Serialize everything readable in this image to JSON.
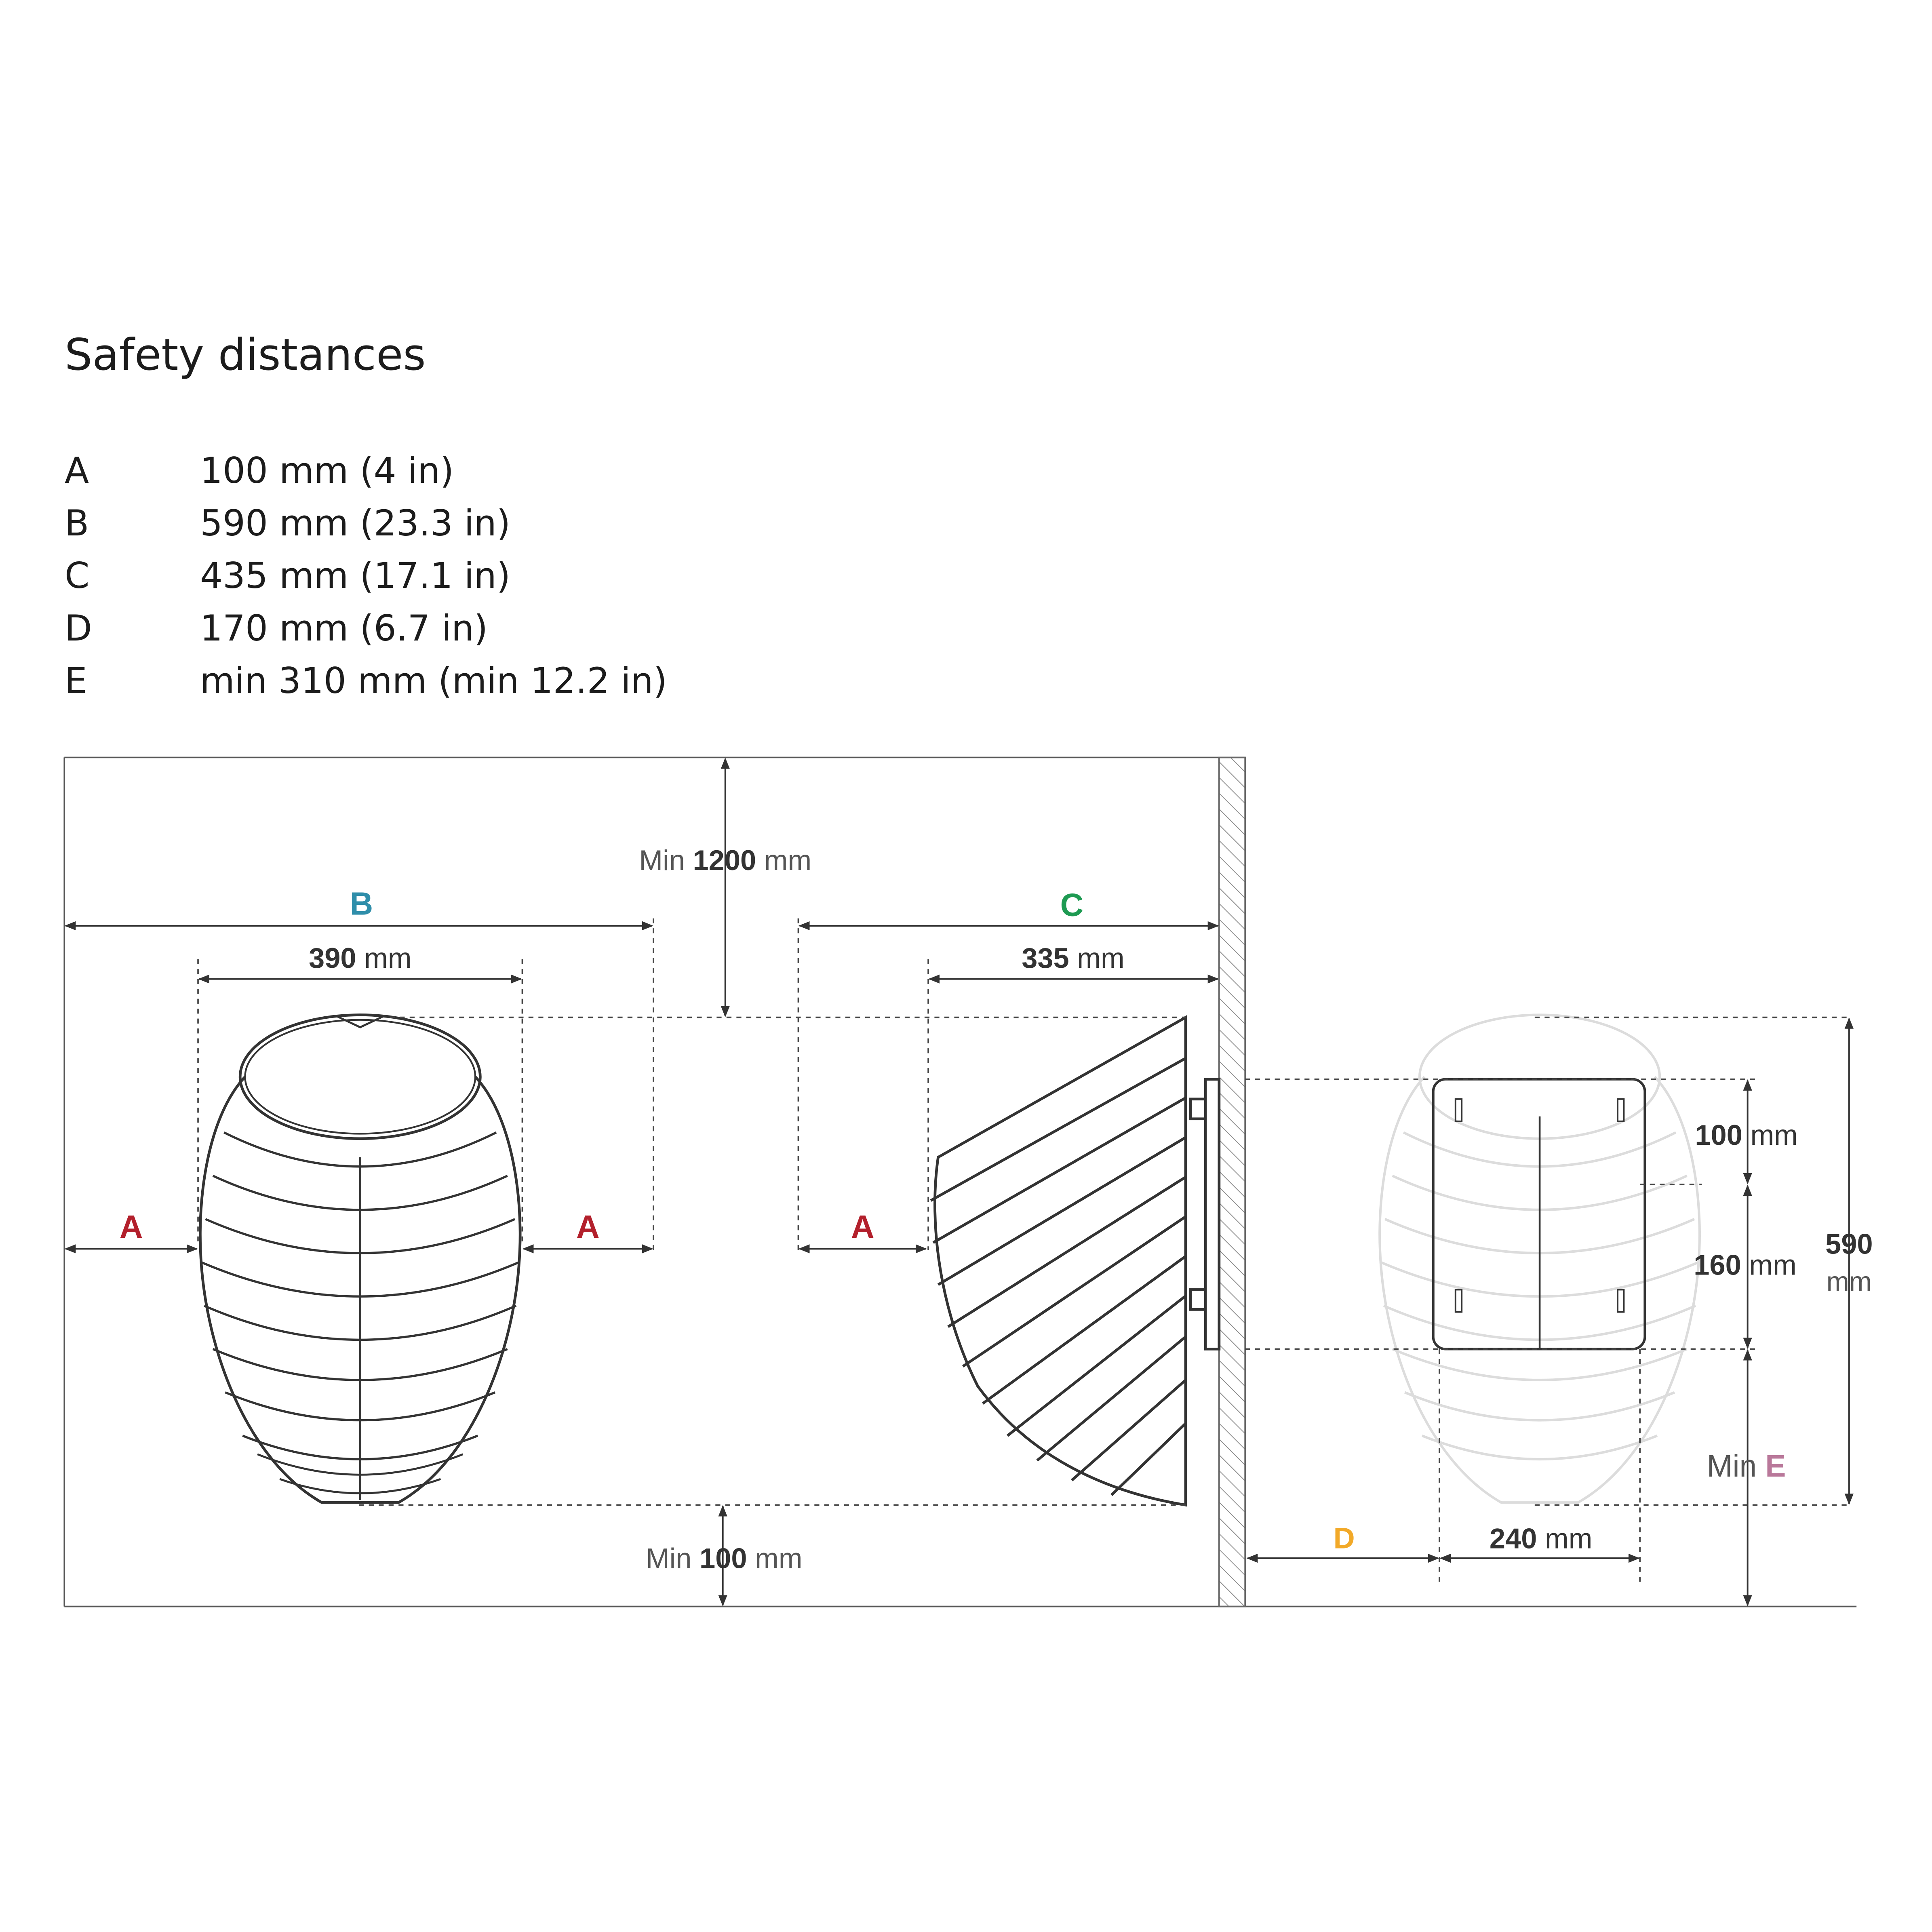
{
  "title": "Safety distances",
  "legend": [
    {
      "key": "A",
      "value": "100 mm (4 in)"
    },
    {
      "key": "B",
      "value": "590 mm (23.3 in)"
    },
    {
      "key": "C",
      "value": "435 mm (17.1 in)"
    },
    {
      "key": "D",
      "value": "170 mm (6.7 in)"
    },
    {
      "key": "E",
      "value": "min 310 mm (min 12.2 in)"
    }
  ],
  "colors": {
    "A": "#b3202c",
    "B": "#2f8eaa",
    "C": "#1e9a52",
    "D": "#f2a928",
    "E": "#b9789a",
    "line": "#333333",
    "faint": "#dcdcdc"
  },
  "diagram": {
    "letter_a": "A",
    "letter_b": "B",
    "letter_c": "C",
    "letter_d": "D",
    "letter_e": "E",
    "unit": "mm",
    "min": "Min",
    "top_clearance": "1200",
    "bottom_clearance": "100",
    "heater_width": "390",
    "heater_depth": "335",
    "bracket_width": "240",
    "bracket_top": "100",
    "bracket_height": "160",
    "total_height": "590"
  }
}
